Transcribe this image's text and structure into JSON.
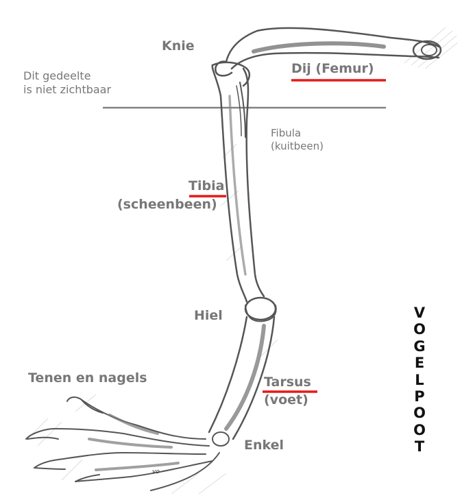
{
  "labels": {
    "knie": "Knie",
    "femur": "Dij (Femur)",
    "invisible_line1": "Dit gedeelte",
    "invisible_line2": "is niet zichtbaar",
    "fibula_line1": "Fibula",
    "fibula_line2": "(kuitbeen)",
    "tibia_line1": "Tibia",
    "tibia_line2": "(scheenbeen)",
    "hiel": "Hiel",
    "tenen": "Tenen en nagels",
    "tarsus_line1": "Tarsus",
    "tarsus_line2": "(voet)",
    "enkel": "Enkel"
  },
  "title_letters": [
    "V",
    "O",
    "G",
    "E",
    "L",
    "P",
    "O",
    "O",
    "T"
  ],
  "signature": "vo",
  "colors": {
    "label": "#777777",
    "underline": "#e41b17",
    "divider": "#808080",
    "title": "#111111",
    "bone": "#555555"
  }
}
